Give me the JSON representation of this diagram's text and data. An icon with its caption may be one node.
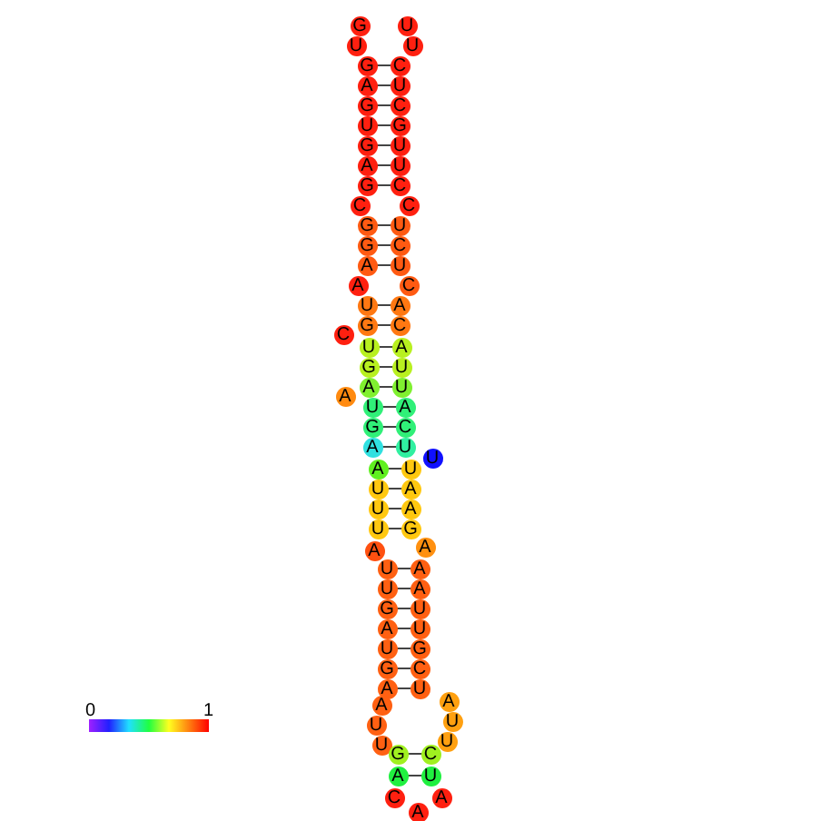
{
  "diagram": {
    "nodes": [
      {
        "text": [
          "G"
        ]
      },
      {
        "text": [
          "U"
        ]
      },
      {
        "text": [
          "U"
        ]
      },
      {
        "text": [
          "U"
        ]
      },
      {
        "text": [
          "G"
        ]
      },
      {
        "text": [
          "C"
        ]
      },
      {
        "text": [
          "A"
        ]
      },
      {
        "text": [
          "U"
        ]
      },
      {
        "text": [
          "G"
        ]
      },
      {
        "text": [
          "C"
        ]
      },
      {
        "text": [
          "U"
        ]
      },
      {
        "text": [
          "G"
        ]
      },
      {
        "text": [
          "G"
        ]
      },
      {
        "text": [
          "U"
        ]
      },
      {
        "text": [
          "A"
        ]
      },
      {
        "text": [
          "U"
        ]
      },
      {
        "text": [
          "G"
        ]
      },
      {
        "text": [
          "C"
        ]
      },
      {
        "text": [
          "C"
        ]
      },
      {
        "text": [
          "C"
        ]
      },
      {
        "text": [
          "G"
        ]
      },
      {
        "text": [
          "U"
        ]
      },
      {
        "text": [
          "G"
        ]
      },
      {
        "text": [
          "C"
        ]
      },
      {
        "text": [
          "A"
        ]
      },
      {
        "text": [
          "U"
        ]
      },
      {
        "text": [
          "A"
        ]
      },
      {
        "text": [
          "C"
        ]
      },
      {
        "text": [
          "U"
        ]
      },
      {
        "text": [
          "A"
        ]
      },
      {
        "text": [
          "G"
        ]
      },
      {
        "text": [
          "C"
        ]
      },
      {
        "text": [
          "C"
        ]
      },
      {
        "text": [
          "U"
        ]
      },
      {
        "text": [
          "A"
        ]
      },
      {
        "text": [
          "G"
        ]
      },
      {
        "text": [
          "U"
        ]
      },
      {
        "text": [
          "A"
        ]
      },
      {
        "text": [
          "U"
        ]
      },
      {
        "text": [
          "A"
        ]
      },
      {
        "text": [
          "U"
        ]
      },
      {
        "text": [
          "A"
        ]
      },
      {
        "text": [
          "G"
        ]
      },
      {
        "text": [
          "C"
        ]
      },
      {
        "text": [
          "A"
        ]
      },
      {
        "text": [
          "U"
        ]
      },
      {
        "text": [
          "U"
        ]
      },
      {
        "text": [
          "A"
        ]
      },
      {
        "text": [
          "U"
        ]
      },
      {
        "text": [
          "U"
        ]
      },
      {
        "text": [
          "A"
        ]
      },
      {
        "text": [
          "U"
        ]
      },
      {
        "text": [
          "A"
        ]
      },
      {
        "text": [
          "U"
        ]
      },
      {
        "text": [
          "G"
        ]
      },
      {
        "text": [
          "A"
        ]
      },
      {
        "text": [
          "A"
        ]
      },
      {
        "text": [
          "U"
        ]
      },
      {
        "text": [
          "A"
        ]
      },
      {
        "text": [
          "U"
        ]
      },
      {
        "text": [
          "A"
        ]
      },
      {
        "text": [
          "G"
        ]
      },
      {
        "text": [
          "U"
        ]
      },
      {
        "text": [
          "A"
        ]
      },
      {
        "text": [
          "U"
        ]
      },
      {
        "text": [
          "U"
        ]
      },
      {
        "text": [
          "G"
        ]
      },
      {
        "text": [
          "G"
        ]
      },
      {
        "text": [
          "C"
        ]
      },
      {
        "text": [
          "A"
        ]
      },
      {
        "text": [
          "U"
        ]
      },
      {
        "text": [
          "A"
        ]
      },
      {
        "text": [
          "A"
        ]
      },
      {
        "text": [
          "U"
        ]
      },
      {
        "text": [
          "U"
        ]
      },
      {
        "text": [
          "U"
        ]
      },
      {
        "text": [
          "U"
        ]
      },
      {
        "text": [
          "G"
        ]
      },
      {
        "text": [
          "C"
        ]
      },
      {
        "text": [
          "A"
        ]
      },
      {
        "text": [
          "U"
        ]
      },
      {
        "text": [
          "C"
        ]
      },
      {
        "text": [
          "A"
        ]
      },
      {
        "text": [
          "A"
        ]
      }
    ],
    "edges": [
      {
        "from": 4,
        "to": 5,
        "arrow": "none"
      },
      {
        "from": 6,
        "to": 7,
        "arrow": "none"
      },
      {
        "from": 8,
        "to": 9,
        "arrow": "none"
      },
      {
        "from": 10,
        "to": 11,
        "arrow": "none"
      },
      {
        "from": 12,
        "to": 13,
        "arrow": "none"
      },
      {
        "from": 14,
        "to": 15,
        "arrow": "none"
      },
      {
        "from": 16,
        "to": 17,
        "arrow": "none"
      },
      {
        "from": 20,
        "to": 21,
        "arrow": "none"
      },
      {
        "from": 22,
        "to": 23,
        "arrow": "none"
      },
      {
        "from": 24,
        "to": 25,
        "arrow": "none"
      },
      {
        "from": 28,
        "to": 29,
        "arrow": "none"
      },
      {
        "from": 30,
        "to": 31,
        "arrow": "none"
      },
      {
        "from": 33,
        "to": 34,
        "arrow": "none"
      },
      {
        "from": 35,
        "to": 36,
        "arrow": "none"
      },
      {
        "from": 37,
        "to": 38,
        "arrow": "none"
      },
      {
        "from": 40,
        "to": 41,
        "arrow": "none"
      },
      {
        "from": 42,
        "to": 43,
        "arrow": "none"
      },
      {
        "from": 44,
        "to": 45,
        "arrow": "none"
      },
      {
        "from": 47,
        "to": 48,
        "arrow": "none"
      },
      {
        "from": 49,
        "to": 50,
        "arrow": "none"
      },
      {
        "from": 51,
        "to": 52,
        "arrow": "none"
      },
      {
        "from": 53,
        "to": 54,
        "arrow": "none"
      },
      {
        "from": 57,
        "to": 58,
        "arrow": "none"
      },
      {
        "from": 59,
        "to": 60,
        "arrow": "none"
      },
      {
        "from": 61,
        "to": 62,
        "arrow": "none"
      },
      {
        "from": 63,
        "to": 64,
        "arrow": "none"
      },
      {
        "from": 65,
        "to": 66,
        "arrow": "none"
      },
      {
        "from": 67,
        "to": 68,
        "arrow": "none"
      },
      {
        "from": 69,
        "to": 70,
        "arrow": "none"
      },
      {
        "from": 77,
        "to": 78,
        "arrow": "none"
      },
      {
        "from": 79,
        "to": 80,
        "arrow": "none"
      }
    ],
    "labels": [
      "0",
      "1"
    ]
  }
}
